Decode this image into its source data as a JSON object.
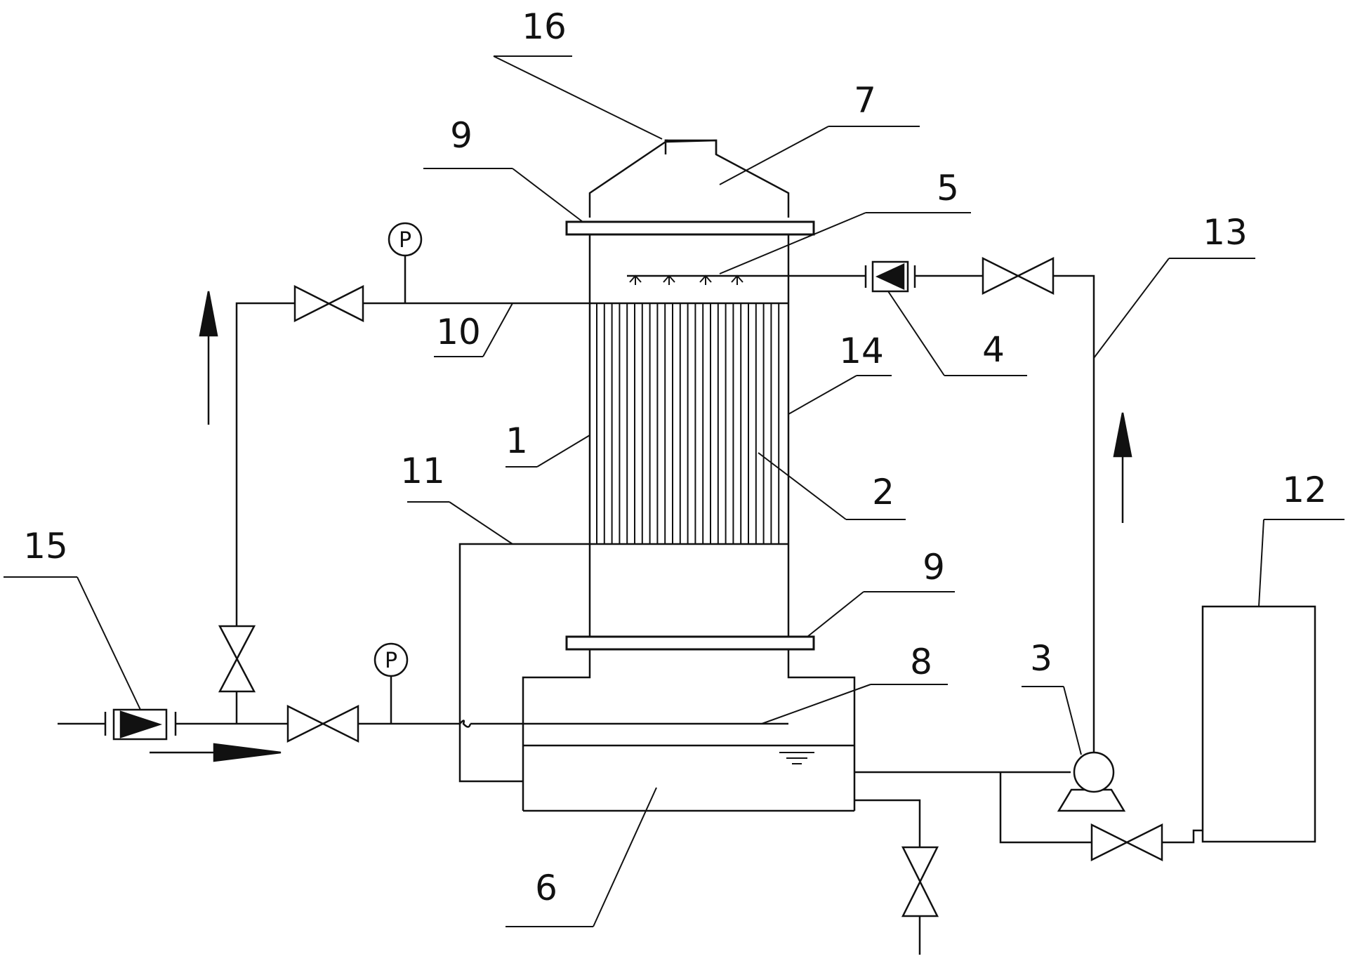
{
  "diagram": {
    "labels": {
      "n1": "1",
      "n2": "2",
      "n3": "3",
      "n4": "4",
      "n5": "5",
      "n6": "6",
      "n7": "7",
      "n8": "8",
      "n9_top": "9",
      "n9_bottom": "9",
      "n10": "10",
      "n11": "11",
      "n12": "12",
      "n13": "13",
      "n14": "14",
      "n15": "15",
      "n16": "16"
    },
    "gauges": {
      "top": "P",
      "bottom": "P"
    }
  }
}
